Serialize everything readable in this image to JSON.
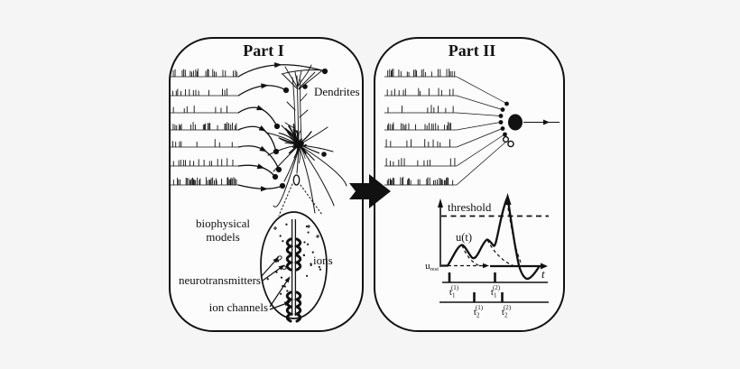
{
  "figure": {
    "background_color": "#f5f5f5",
    "box_fill_color": "#fcfcfc",
    "ink_color": "#111111"
  },
  "part1": {
    "title": "Part I",
    "spike_train_count": 7,
    "dendrites_label": "Dendrites",
    "biophysical_label_line1": "biophysical",
    "biophysical_label_line2": "models",
    "neurotransmitters_label": "neurotransmitters",
    "ion_channels_label": "ion channels",
    "ions_label": "ions"
  },
  "part2": {
    "title": "Part II",
    "spike_train_count": 7,
    "plot": {
      "threshold_label": "threshold",
      "potential_label": "u(t)",
      "rest_label_base": "u",
      "rest_label_sub": "rest",
      "time_axis_label": "t",
      "spike_time_labels": [
        {
          "base": "t",
          "sub": "1",
          "sup": "(1)"
        },
        {
          "base": "t",
          "sub": "1",
          "sup": "(2)"
        },
        {
          "base": "t",
          "sub": "2",
          "sup": "(1)"
        },
        {
          "base": "t",
          "sub": "2",
          "sup": "(2)"
        }
      ]
    }
  }
}
